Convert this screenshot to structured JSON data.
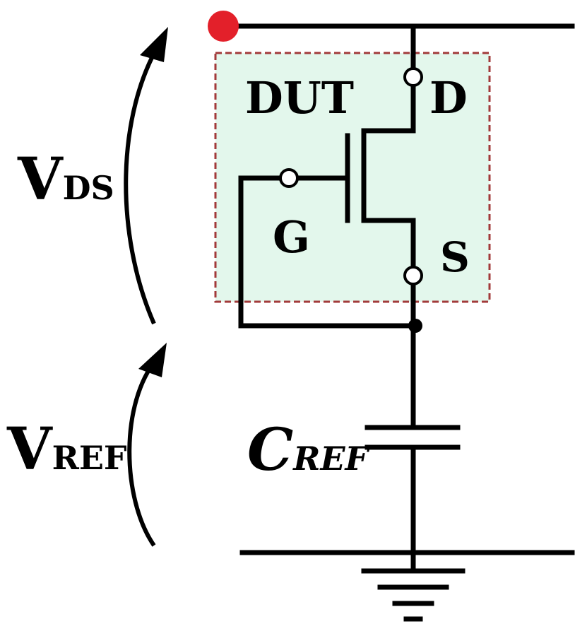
{
  "diagram": {
    "dut_label": "DUT",
    "terminals": {
      "drain": "D",
      "gate": "G",
      "source": "S"
    },
    "vds": {
      "main": "V",
      "sub": "DS"
    },
    "vref": {
      "main": "V",
      "sub": "REF"
    },
    "cref": {
      "main": "C",
      "sub": "REF"
    },
    "colors": {
      "dut_fill": "#e3f7ec",
      "dut_border": "#a23a3a",
      "terminal_dot": "#e3202a",
      "wire": "#000000"
    }
  }
}
